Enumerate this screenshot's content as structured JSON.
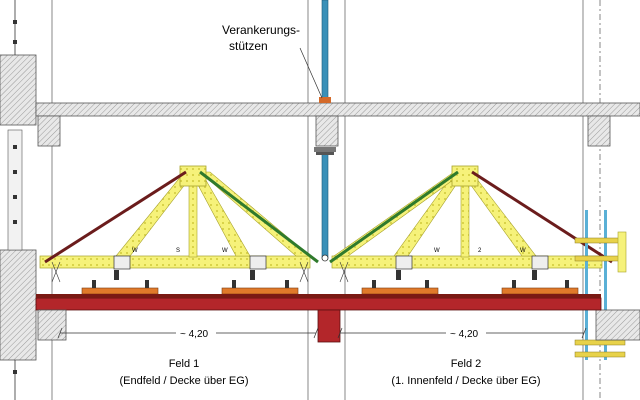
{
  "annotations": {
    "anchor_label_line1": "Verankerungs-",
    "anchor_label_line2": "stützen",
    "span1_dimension": "~ 4,20",
    "span2_dimension": "~ 4,20",
    "field1_title": "Feld 1",
    "field1_subtitle": "(Endfeld / Decke über EG)",
    "field2_title": "Feld 2",
    "field2_subtitle": "(1. Innenfeld / Decke über EG)"
  },
  "colors": {
    "slab_hatch": "#9a9a9a",
    "existing_beam": "#b3262a",
    "truss_fill": "#f6f27a",
    "truss_outline": "#a8a22a",
    "diagonal_brace": "#6b1c1c",
    "tension_member": "#2f7a2c",
    "anchor_column": "#3a90b8",
    "plate_orange": "#e07a2a",
    "grid_line": "#444444",
    "cyan_rod": "#5ab0d6"
  },
  "icons": {
    "turnbuckle": "turnbuckle-icon",
    "jack": "screw-jack-icon",
    "clamp": "clamp-icon"
  }
}
